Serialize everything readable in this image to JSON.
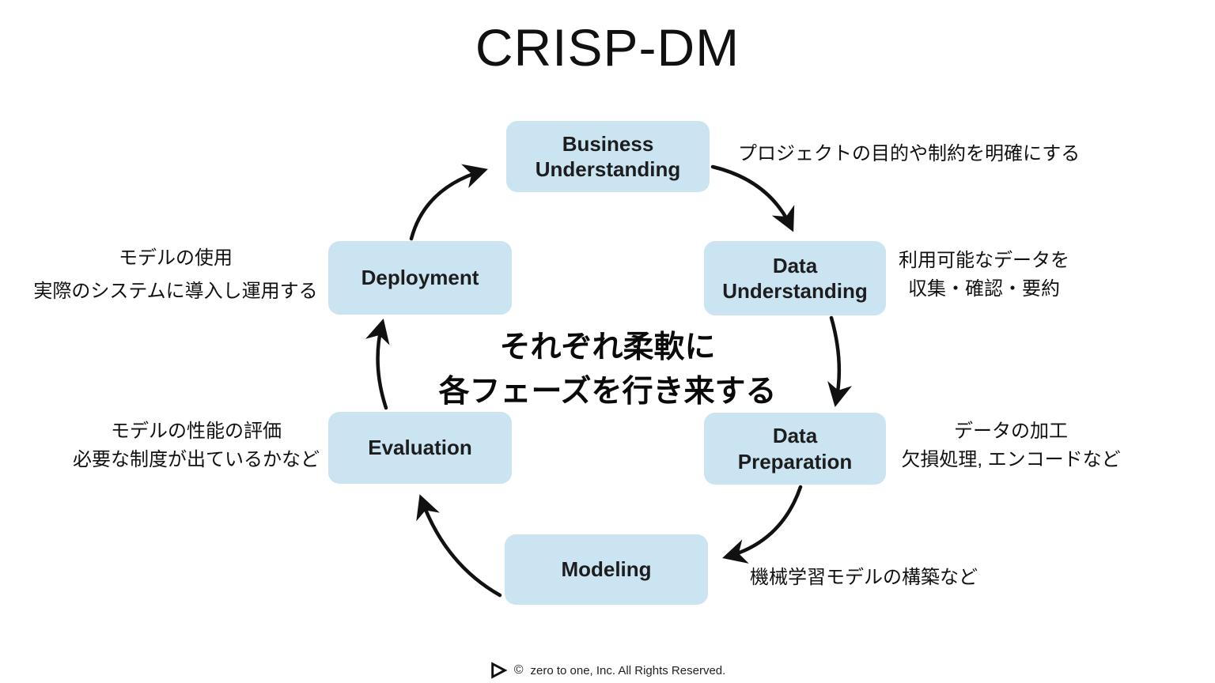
{
  "title": "CRISP-DM",
  "center_note": {
    "lines": [
      "それぞれ柔軟に",
      "各フェーズを行き来する"
    ]
  },
  "phases": {
    "business_understanding": {
      "label_lines": [
        "Business",
        "Understanding"
      ],
      "annotation_lines": [
        "プロジェクトの目的や制約を明確にする"
      ]
    },
    "data_understanding": {
      "label_lines": [
        "Data",
        "Understanding"
      ],
      "annotation_lines": [
        "利用可能なデータを",
        "収集・確認・要約"
      ]
    },
    "data_preparation": {
      "label_lines": [
        "Data",
        "Preparation"
      ],
      "annotation_lines": [
        "データの加工",
        "欠損処理, エンコードなど"
      ]
    },
    "modeling": {
      "label_lines": [
        "Modeling"
      ],
      "annotation_lines": [
        "機械学習モデルの構築など"
      ]
    },
    "evaluation": {
      "label_lines": [
        "Evaluation"
      ],
      "annotation_lines": [
        "モデルの性能の評価",
        "必要な制度が出ているかなど"
      ]
    },
    "deployment": {
      "label_lines": [
        "Deployment"
      ],
      "annotation_lines": [
        "モデルの使用",
        "実際のシステムに導入し運用する"
      ]
    }
  },
  "cycle_order": [
    "Business Understanding",
    "Data Understanding",
    "Data Preparation",
    "Modeling",
    "Evaluation",
    "Deployment"
  ],
  "footer": {
    "copyright_symbol": "©",
    "text": "zero to one, Inc. All Rights Reserved."
  },
  "colors": {
    "box_fill": "#cae5f1",
    "arrow": "#111111",
    "text": "#111111",
    "background": "#ffffff"
  }
}
